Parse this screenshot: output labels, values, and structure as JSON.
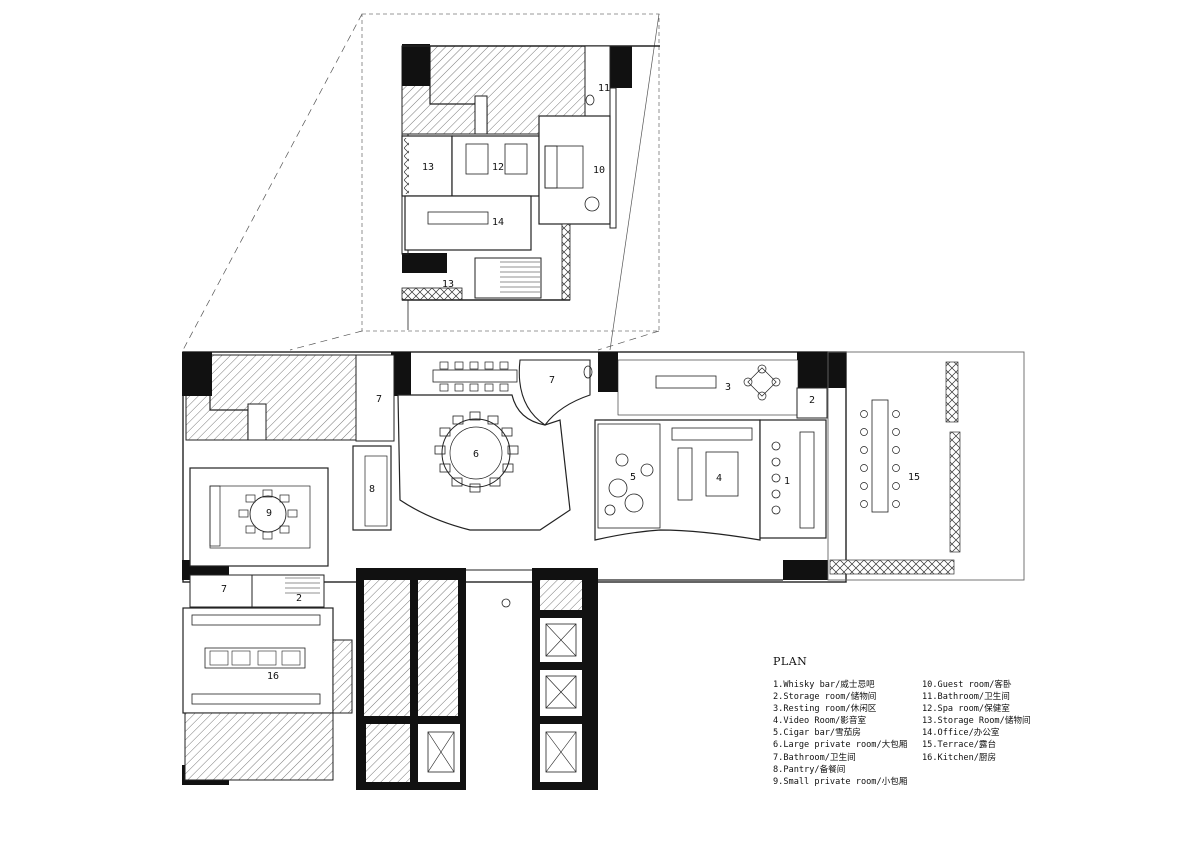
{
  "rooms": [
    {
      "n": "1",
      "label": "Whisky bar/威士忌吧"
    },
    {
      "n": "2",
      "label": "Storage room/储物间"
    },
    {
      "n": "3",
      "label": "Resting room/休闲区"
    },
    {
      "n": "4",
      "label": "Video Room/影音室"
    },
    {
      "n": "5",
      "label": "Cigar bar/雪茄房"
    },
    {
      "n": "6",
      "label": "Large private room/大包厢"
    },
    {
      "n": "7",
      "label": "Bathroom/卫生间"
    },
    {
      "n": "8",
      "label": "Pantry/备餐间"
    },
    {
      "n": "9",
      "label": "Small private room/小包厢"
    },
    {
      "n": "10",
      "label": "Guest room/客卧"
    },
    {
      "n": "11",
      "label": "Bathroom/卫生间"
    },
    {
      "n": "12",
      "label": "Spa room/保健室"
    },
    {
      "n": "13",
      "label": "Storage Room/储物间"
    },
    {
      "n": "14",
      "label": "Office/办公室"
    },
    {
      "n": "15",
      "label": "Terrace/露台"
    },
    {
      "n": "16",
      "label": "Kitchen/厨房"
    }
  ],
  "legend": {
    "title": "PLAN",
    "col1": [
      "1.Whisky bar/威士忌吧",
      "2.Storage room/储物间",
      "3.Resting room/休闲区",
      "4.Video Room/影音室",
      "5.Cigar bar/雪茄房",
      "6.Large private room/大包厢",
      "7.Bathroom/卫生间",
      "8.Pantry/备餐间",
      "9.Small private room/小包厢"
    ],
    "col2": [
      "10.Guest room/客卧",
      "11.Bathroom/卫生间",
      "12.Spa room/保健室",
      "13.Storage Room/储物间",
      "14.Office/办公室",
      "15.Terrace/露台",
      "16.Kitchen/厨房"
    ]
  },
  "plan_labels": {
    "r1": "1",
    "r2a": "2",
    "r2b": "2",
    "r3": "3",
    "r4": "4",
    "r5": "5",
    "r6": "6",
    "r7a": "7",
    "r7b": "7",
    "r7c": "7",
    "r8": "8",
    "r9": "9",
    "r10": "10",
    "r11": "11",
    "r12": "12",
    "r13a": "13",
    "r13b": "13",
    "r14": "14",
    "r15": "15",
    "r16": "16"
  },
  "colors": {
    "line": "#1a1a1a",
    "wall": "#111111",
    "hatch": "#8a8a8a",
    "background": "#ffffff"
  }
}
